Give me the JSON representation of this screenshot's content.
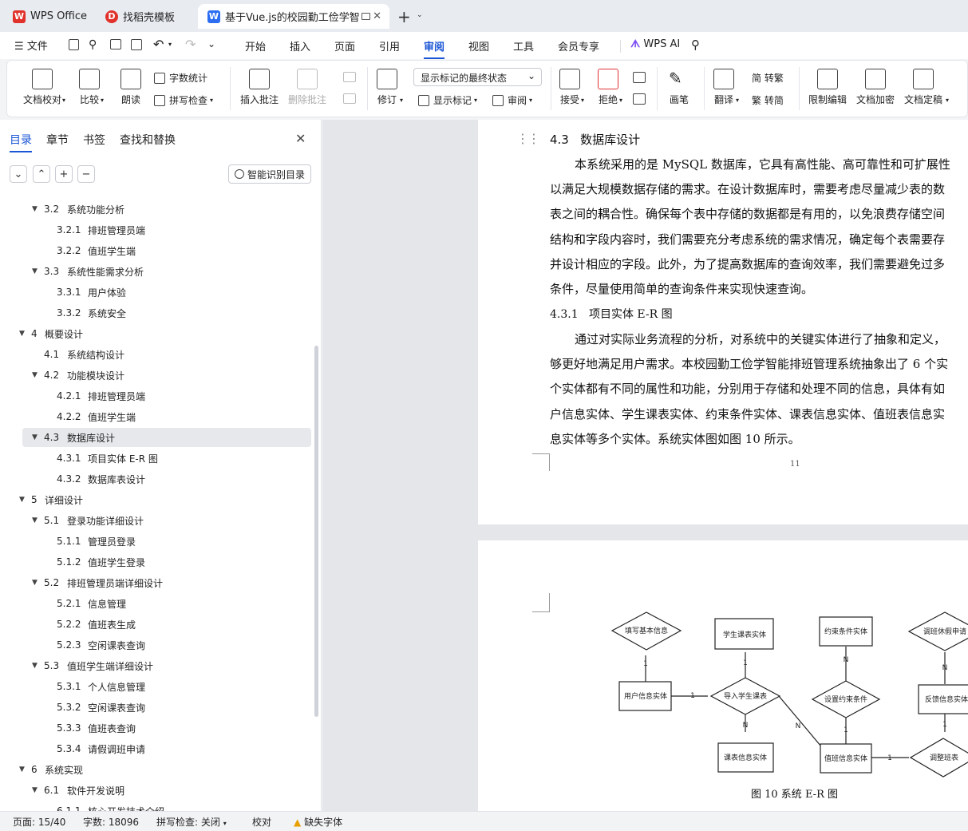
{
  "tabs": [
    {
      "label": "WPS Office"
    },
    {
      "label": "找稻壳模板"
    },
    {
      "label": "基于Vue.js的校园勤工俭学智能"
    }
  ],
  "menu": {
    "file": "文件",
    "items": [
      "开始",
      "插入",
      "页面",
      "引用",
      "审阅",
      "视图",
      "工具",
      "会员专享"
    ],
    "ai": "WPS AI"
  },
  "ribbon": {
    "doc_check": "文档校对",
    "compare": "比较",
    "read": "朗读",
    "word_count": "字数统计",
    "spell_check": "拼写检查",
    "insert_comment": "插入批注",
    "delete_comment": "删除批注",
    "revise": "修订",
    "markup_select": "显示标记的最终状态",
    "show_markup": "显示标记",
    "review": "审阅",
    "accept": "接受",
    "reject": "拒绝",
    "pen": "画笔",
    "translate": "翻译",
    "to_traditional": "简 转繁",
    "to_simplified": "繁 转简",
    "restrict_edit": "限制编辑",
    "doc_encrypt": "文档加密",
    "doc_finalize": "文档定稿"
  },
  "panel": {
    "tabs": [
      "目录",
      "章节",
      "书签",
      "查找和替换"
    ],
    "smart_toc": "智能识别目录",
    "toc": [
      {
        "num": "3.2",
        "text": "系统功能分析"
      },
      {
        "num": "3.2.1",
        "text": "排班管理员端"
      },
      {
        "num": "3.2.2",
        "text": "值班学生端"
      },
      {
        "num": "3.3",
        "text": "系统性能需求分析"
      },
      {
        "num": "3.3.1",
        "text": "用户体验"
      },
      {
        "num": "3.3.2",
        "text": "系统安全"
      },
      {
        "num": "4",
        "text": "概要设计"
      },
      {
        "num": "4.1",
        "text": "系统结构设计"
      },
      {
        "num": "4.2",
        "text": "功能模块设计"
      },
      {
        "num": "4.2.1",
        "text": "排班管理员端"
      },
      {
        "num": "4.2.2",
        "text": "值班学生端"
      },
      {
        "num": "4.3",
        "text": "数据库设计"
      },
      {
        "num": "4.3.1",
        "text": "项目实体 E-R 图"
      },
      {
        "num": "4.3.2",
        "text": "数据库表设计"
      },
      {
        "num": "5",
        "text": "详细设计"
      },
      {
        "num": "5.1",
        "text": "登录功能详细设计"
      },
      {
        "num": "5.1.1",
        "text": "管理员登录"
      },
      {
        "num": "5.1.2",
        "text": "值班学生登录"
      },
      {
        "num": "5.2",
        "text": "排班管理员端详细设计"
      },
      {
        "num": "5.2.1",
        "text": "信息管理"
      },
      {
        "num": "5.2.2",
        "text": "值班表生成"
      },
      {
        "num": "5.2.3",
        "text": "空闲课表查询"
      },
      {
        "num": "5.3",
        "text": "值班学生端详细设计"
      },
      {
        "num": "5.3.1",
        "text": "个人信息管理"
      },
      {
        "num": "5.3.2",
        "text": "空闲课表查询"
      },
      {
        "num": "5.3.3",
        "text": "值班表查询"
      },
      {
        "num": "5.3.4",
        "text": "请假调班申请"
      },
      {
        "num": "6",
        "text": "系统实现"
      },
      {
        "num": "6.1",
        "text": "软件开发说明"
      },
      {
        "num": "6.1.1",
        "text": "核心开发技术介绍"
      }
    ]
  },
  "doc": {
    "h2_num": "4.3",
    "h2_text": "数据库设计",
    "p1": [
      "本系统采用的是 MySQL 数据库，它具有高性能、高可靠性和可扩展性",
      "以满足大规模数据存储的需求。在设计数据库时，需要考虑尽量减少表的数",
      "表之间的耦合性。确保每个表中存储的数据都是有用的，以免浪费存储空间",
      "结构和字段内容时，我们需要充分考虑系统的需求情况，确定每个表需要存",
      "并设计相应的字段。此外，为了提高数据库的查询效率，我们需要避免过多",
      "条件，尽量使用简单的查询条件来实现快速查询。"
    ],
    "h3_num": "4.3.1",
    "h3_text": "项目实体 E-R 图",
    "p2": [
      "通过对实际业务流程的分析，对系统中的关键实体进行了抽象和定义，",
      "够更好地满足用户需求。本校园勤工俭学智能排班管理系统抽象出了 6 个实",
      "个实体都有不同的属性和功能，分别用于存储和处理不同的信息，具体有如",
      "户信息实体、学生课表实体、约束条件实体、课表信息实体、值班表信息实",
      "息实体等多个实体。系统实体图如图 10 所示。"
    ],
    "page_number": "11",
    "caption": "图 10  系统 E-R 图",
    "er": {
      "fill_basic": "填写基本信息",
      "stu_schedule": "学生课表实体",
      "constraint": "约束条件实体",
      "leave_apply": "调班休假申请",
      "user_info": "用户信息实体",
      "import_schedule": "导入学生课表",
      "set_constraint": "设置约束条件",
      "feedback": "反馈信息实体",
      "course_info": "课表信息实体",
      "duty_info": "值班信息实体",
      "adjust": "调整班表",
      "one": "1",
      "n": "N"
    }
  },
  "status": {
    "page": "页面: 15/40",
    "words": "字数: 18096",
    "spell": "拼写检查: 关闭",
    "proof": "校对",
    "missing_font": "缺失字体"
  },
  "colors": {
    "accent": "#1b56d6",
    "wps_red": "#e0312a"
  }
}
